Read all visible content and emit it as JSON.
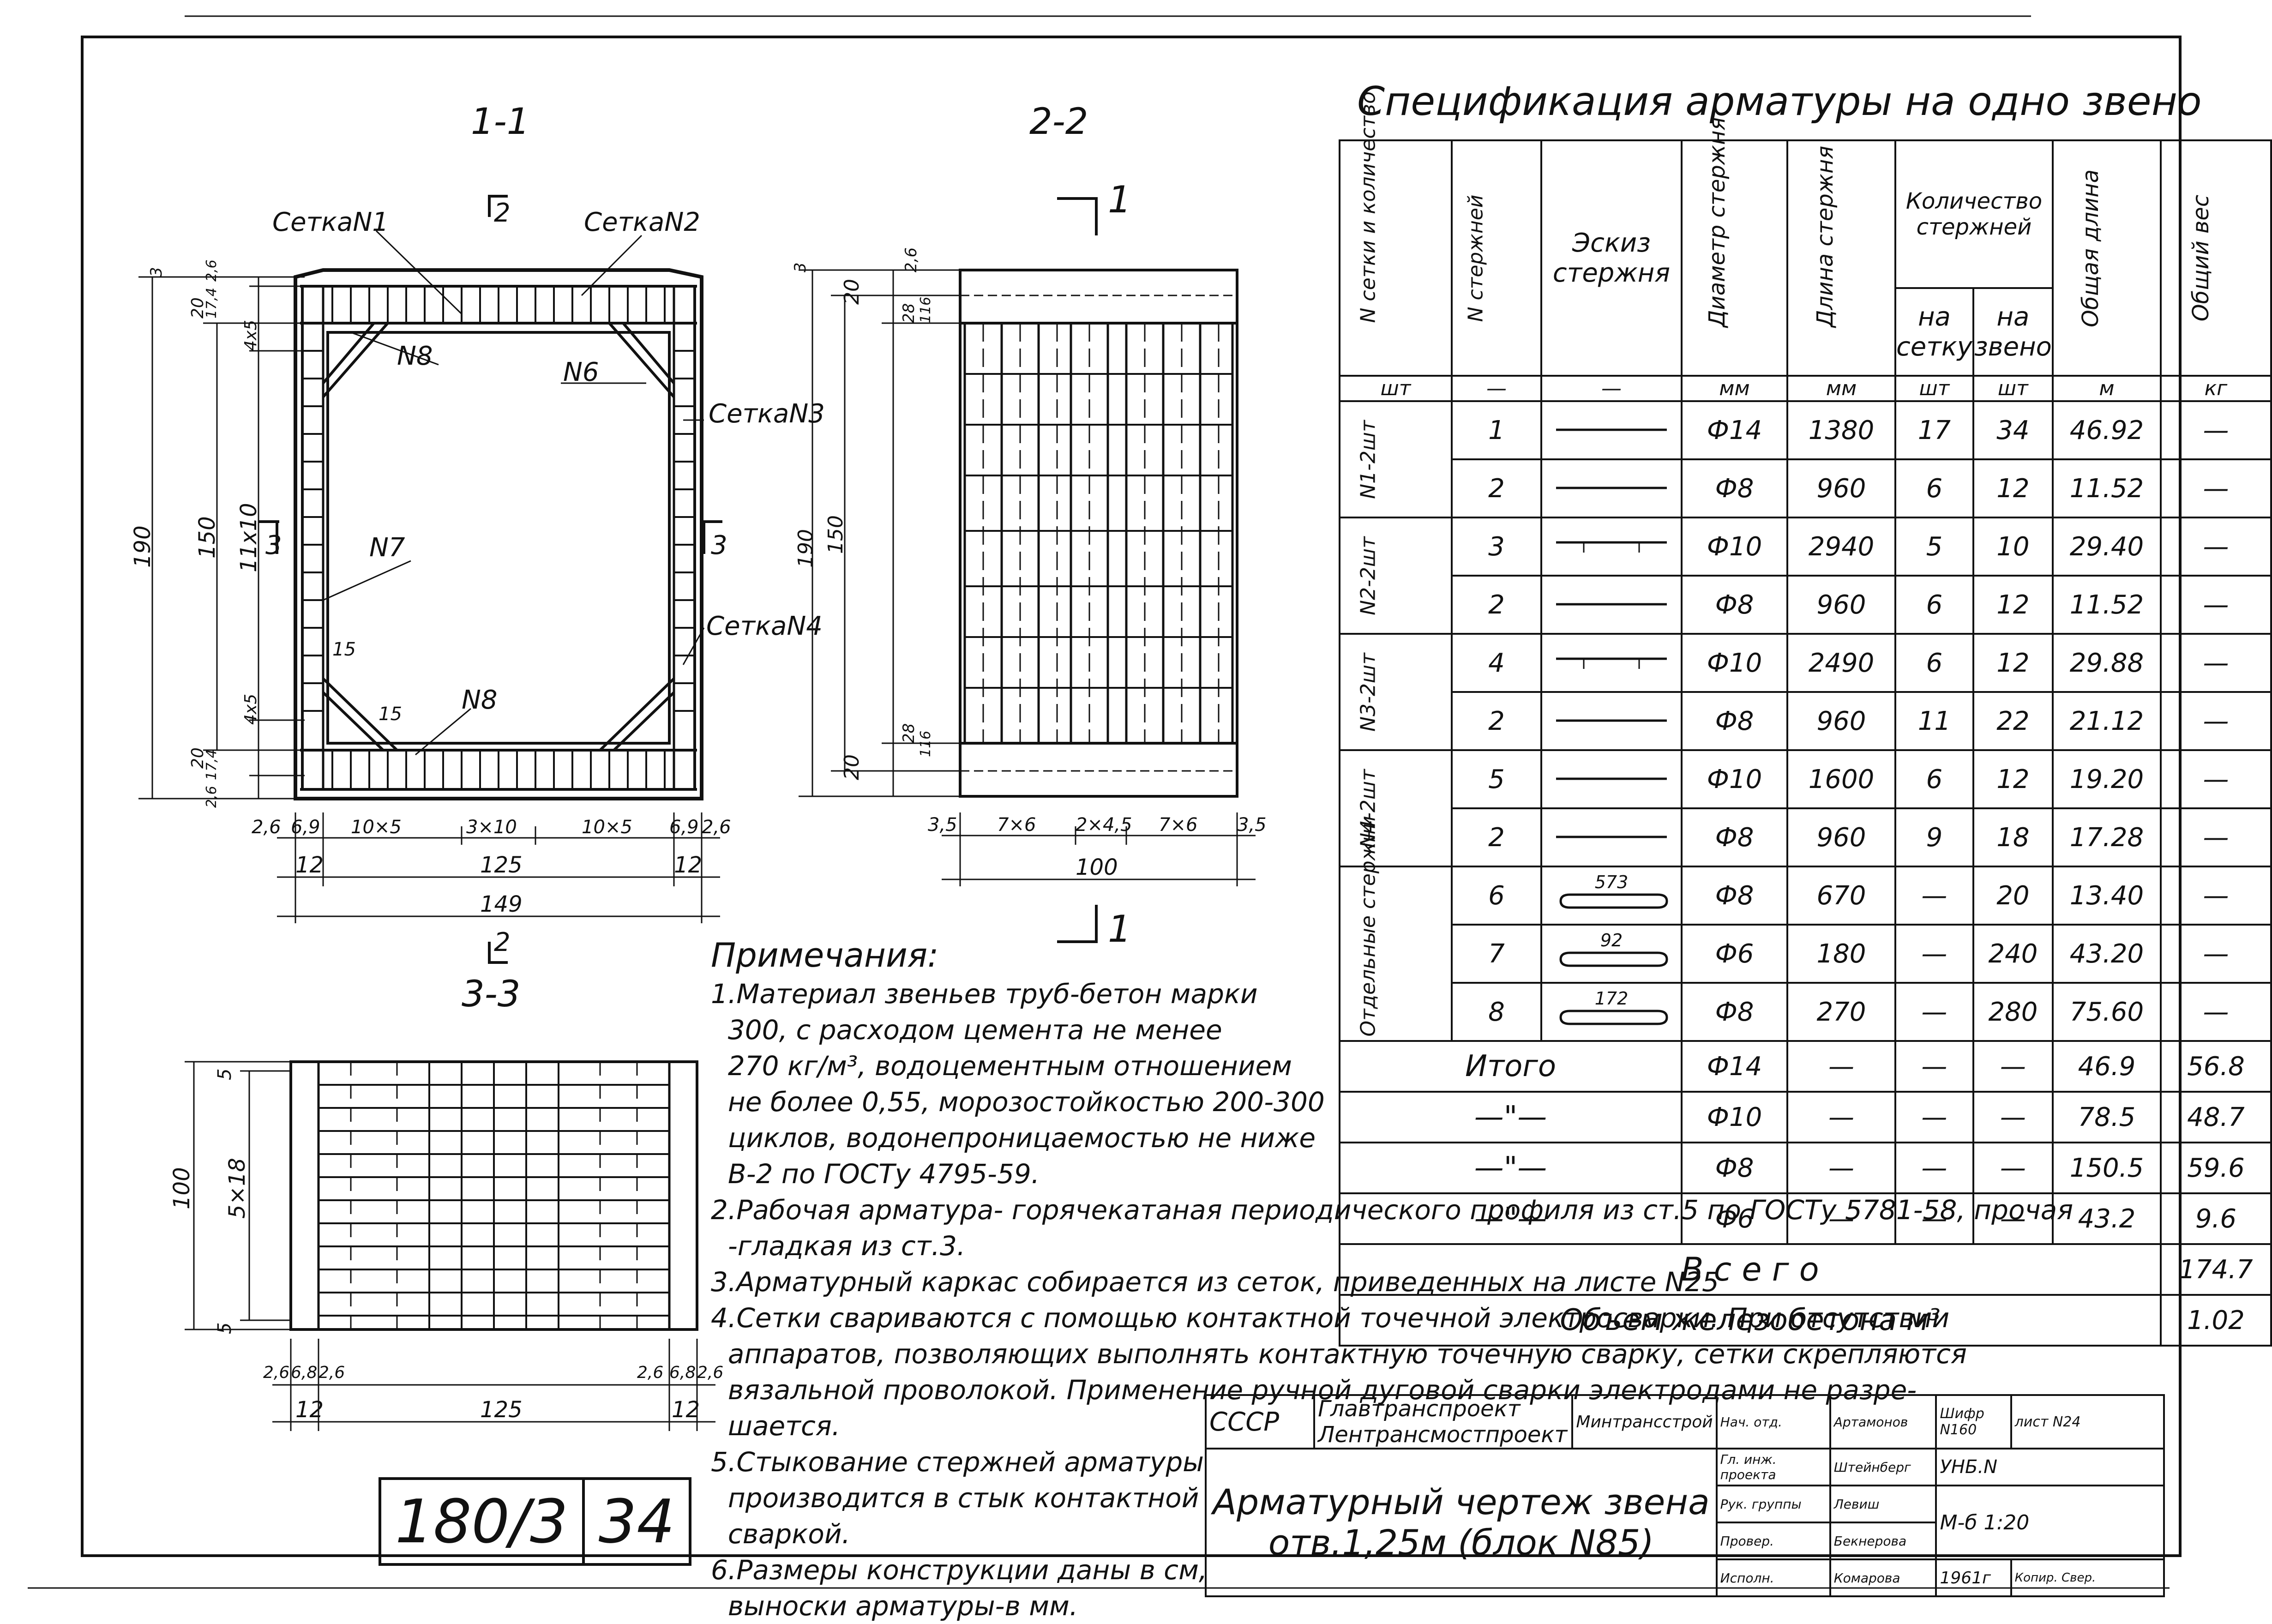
{
  "sections": {
    "s11": "1-1",
    "s22": "2-2",
    "s33": "3-3"
  },
  "drawing_labels": {
    "cut2_top": "2",
    "cut2_bottom": "2",
    "cut1_top": "1",
    "cut1_bottom": "1",
    "cut3_left": "3",
    "cut3_right": "3",
    "setka1": "СеткаN1",
    "setka2": "СеткаN2",
    "setka3": "СеткаN3",
    "setka4": "СеткаN4",
    "n6": "N6",
    "n7": "N7",
    "n8a": "N8",
    "n8b": "N8",
    "d_190": "190",
    "d_150": "150",
    "d_11x10": "11x10",
    "d_4x5a": "4x5",
    "d_4x5b": "4x5",
    "d_20a": "20",
    "d_20b": "20",
    "d_17_4a": "17,4",
    "d_17_4b": "17,4",
    "d_2_6a": "2,6",
    "d_2_6b": "2,6",
    "d_3": "3",
    "d_15a": "15",
    "d_15b": "15",
    "b_2_6l": "2,6",
    "b_6_9l": "6,9",
    "b_10x5l": "10×5",
    "b_3x10": "3×10",
    "b_10x5r": "10×5",
    "b_6_9r": "6,9",
    "b_2_6r": "2,6",
    "b_12l": "12",
    "b_125": "125",
    "b_12r": "12",
    "b_149": "149",
    "v2_20a": "20",
    "v2_28a": "28",
    "v2_116a": "116",
    "v2_190": "190",
    "v2_150": "150",
    "v2_28b": "28",
    "v2_116b": "116",
    "v2_20b": "20",
    "v2_26a": "2,6",
    "v2_3": "3",
    "v2_35l": "3,5",
    "v2_7x6l": "7×6",
    "v2_2x45": "2×4,5",
    "v2_7x6r": "7×6",
    "v2_35r": "3,5",
    "v2_100": "100",
    "v3_100": "100",
    "v3_5x18": "5×18",
    "v3_5a": "5",
    "v3_5b": "5",
    "v3_26a": "2,6",
    "v3_68a": "6,8",
    "v3_26b": "2,6",
    "v3_26c": "2,6",
    "v3_68b": "6,8",
    "v3_26d": "2,6",
    "v3_12l": "12",
    "v3_125": "125",
    "v3_12r": "12"
  },
  "spec": {
    "title": "Спецификация арматуры на одно звено",
    "headers": {
      "setka": "N сетки и количество",
      "rod": "N стержней",
      "sketch": "Эскиз стержня",
      "diam": "Диаметр стержня",
      "len": "Длина стержня",
      "count": "Количество стержней",
      "per_net": "на сетку",
      "per_link": "на звено",
      "total_len": "Общая длина",
      "total_wt": "Общий вес"
    },
    "units": [
      "шт",
      "—",
      "—",
      "мм",
      "мм",
      "шт",
      "шт",
      "м",
      "кг"
    ],
    "groups": [
      {
        "name": "N1-2шт",
        "rows": [
          {
            "rod": "1",
            "d": "Ф14",
            "len": "1380",
            "pn": "17",
            "pl": "34",
            "tl": "46.92",
            "tw": "—"
          },
          {
            "rod": "2",
            "d": "Ф8",
            "len": "960",
            "pn": "6",
            "pl": "12",
            "tl": "11.52",
            "tw": "—"
          }
        ]
      },
      {
        "name": "N2-2шт",
        "rows": [
          {
            "rod": "3",
            "d": "Ф10",
            "len": "2940",
            "pn": "5",
            "pl": "10",
            "tl": "29.40",
            "tw": "—"
          },
          {
            "rod": "2",
            "d": "Ф8",
            "len": "960",
            "pn": "6",
            "pl": "12",
            "tl": "11.52",
            "tw": "—"
          }
        ]
      },
      {
        "name": "N3-2шт",
        "rows": [
          {
            "rod": "4",
            "d": "Ф10",
            "len": "2490",
            "pn": "6",
            "pl": "12",
            "tl": "29.88",
            "tw": "—"
          },
          {
            "rod": "2",
            "d": "Ф8",
            "len": "960",
            "pn": "11",
            "pl": "22",
            "tl": "21.12",
            "tw": "—"
          }
        ]
      },
      {
        "name": "N4-2шт",
        "rows": [
          {
            "rod": "5",
            "d": "Ф10",
            "len": "1600",
            "pn": "6",
            "pl": "12",
            "tl": "19.20",
            "tw": "—"
          },
          {
            "rod": "2",
            "d": "Ф8",
            "len": "960",
            "pn": "9",
            "pl": "18",
            "tl": "17.28",
            "tw": "—"
          }
        ]
      },
      {
        "name": "Отдельные стержни",
        "rows": [
          {
            "rod": "6",
            "sk": "573",
            "d": "Ф8",
            "len": "670",
            "pn": "—",
            "pl": "20",
            "tl": "13.40",
            "tw": "—"
          },
          {
            "rod": "7",
            "sk": "92",
            "d": "Ф6",
            "len": "180",
            "pn": "—",
            "pl": "240",
            "tl": "43.20",
            "tw": "—"
          },
          {
            "rod": "8",
            "sk": "172",
            "d": "Ф8",
            "len": "270",
            "pn": "—",
            "pl": "280",
            "tl": "75.60",
            "tw": "—"
          }
        ]
      }
    ],
    "totals": [
      {
        "label": "Итого",
        "d": "Ф14",
        "c1": "—",
        "c2": "—",
        "c3": "—",
        "tl": "46.9",
        "tw": "56.8"
      },
      {
        "label": "—\"—",
        "d": "Ф10",
        "c1": "—",
        "c2": "—",
        "c3": "—",
        "tl": "78.5",
        "tw": "48.7"
      },
      {
        "label": "—\"—",
        "d": "Ф8",
        "c1": "—",
        "c2": "—",
        "c3": "—",
        "tl": "150.5",
        "tw": "59.6"
      },
      {
        "label": "—\"—",
        "d": "Ф6",
        "c1": "—",
        "c2": "—",
        "c3": "—",
        "tl": "43.2",
        "tw": "9.6"
      }
    ],
    "vsego_label": "В с е г о",
    "vsego_value": "174.7",
    "volume_label": "Объем железобетона м³",
    "volume_value": "1.02"
  },
  "notes": {
    "title": "Примечания:",
    "lines": [
      "1.Материал звеньев труб-бетон марки",
      "  300, с расходом цемента не менее",
      "  270 кг/м³, водоцементным отношением",
      "  не более 0,55, морозостойкостью 200-300",
      "  циклов, водонепроницаемостью не ниже",
      "  В-2 по ГОСТу 4795-59.",
      "2.Рабочая арматура- горячекатаная периодического профиля из ст.5 по ГОСТу 5781-58, прочая",
      "  -гладкая из ст.3.",
      "3.Арматурный каркас собирается из сеток, приведенных на листе N25",
      "4.Сетки свариваются с помощью контактной точечной электросварки. При отсутствии",
      "  аппаратов, позволяющих выполнять контактную точечную сварку, сетки скрепляются",
      "  вязальной проволокой. Применение ручной дуговой сварки электродами не разре-",
      "  шается.",
      "5.Стыкование стержней арматуры",
      "  производится в стык контактной",
      "  сваркой.",
      "6.Размеры конструкции даны в см,",
      "  выноски арматуры-в мм."
    ]
  },
  "stamp": {
    "num_a": "180/3",
    "num_b": "34"
  },
  "title_block": {
    "org1": "СССР",
    "org2": "Главтранспроект Лентрансмостпроект",
    "org3": "Минтрансстрой",
    "r1": "Нач. отд.",
    "r2": "Гл. инж. проекта",
    "r3": "Рук. группы",
    "r4": "Провер.",
    "r5": "Исполн.",
    "n1": "Артамонов",
    "n2": "Штейнберг",
    "n3": "Левиш",
    "n4": "Бекнерова",
    "n5": "Комарова",
    "shifr_label": "Шифр N160",
    "list_label": "лист N24",
    "code": "УНБ.N",
    "scale": "М-б 1:20",
    "year": "1961г",
    "copy": "Копир. Свер.",
    "title": "Арматурный чертеж звена отв.1,25м (блок N85)"
  }
}
